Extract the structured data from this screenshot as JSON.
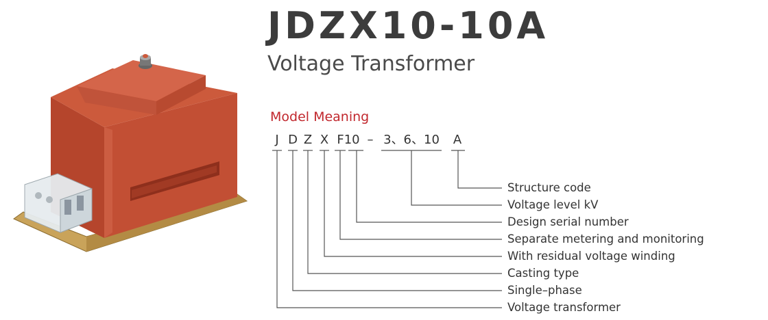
{
  "header": {
    "title": "JDZX10-10A",
    "subtitle": "Voltage Transformer"
  },
  "section": {
    "title": "Model Meaning"
  },
  "model_code": {
    "J": "J",
    "D": "D",
    "Z": "Z",
    "X": "X",
    "F10": "F10",
    "dash": "–",
    "voltage": "3、6、10",
    "A": "A"
  },
  "meanings": {
    "structure_code": "Structure code",
    "voltage_level": "Voltage level kV",
    "design_serial": "Design serial number",
    "separate_metering": "Separate metering and monitoring",
    "residual_winding": "With residual voltage winding",
    "casting_type": "Casting type",
    "single_phase": "Single–phase",
    "voltage_transformer": "Voltage transformer"
  },
  "colors": {
    "accent": "#c1272d",
    "body": "#b5452c",
    "line": "#555555"
  }
}
